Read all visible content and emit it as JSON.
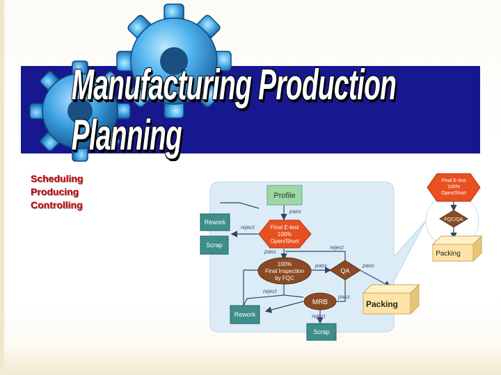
{
  "slide": {
    "title": "Manufacturing Production Planning",
    "bullets": [
      "Scheduling",
      "Producing",
      "Controlling"
    ]
  },
  "flow": {
    "profile": "Profile",
    "rework_top": "Rework",
    "scrap_top": "Scrap",
    "final_etest": [
      "Final E-test",
      "100%",
      "Open/Short"
    ],
    "final_inspection": [
      "100%",
      "Final Inspection",
      "by FQC"
    ],
    "qa": "QA",
    "mrb": "MRB",
    "rework_bottom": "Rework",
    "scrap_bottom": "Scrap",
    "packing": "Packing",
    "edge_labels": {
      "pass_profile": "pass",
      "reject_etest": "reject",
      "pass_etest": "pass",
      "reject_qa": "reject",
      "pass_fqc": "pass",
      "pass_qa": "pass",
      "reject_fqc": "reject",
      "pass_mrb": "pass",
      "reject_mrb": "reject"
    }
  },
  "zoom": {
    "final_etest": [
      "Final E-test",
      "100%",
      "Open/Short"
    ],
    "fqc_qa": "FQC/QA",
    "packing": "Packing"
  },
  "colors": {
    "banner": "#17178f",
    "bullet_text": "#c40000",
    "diagram_bg": "#dcecf7",
    "etest": "#e8501f",
    "inspection": "#8a4a25",
    "teal_box": "#3e8e8c",
    "profile_box": "#9ed6a4",
    "packing_box": "#ffe3a6"
  },
  "icons": [
    "gear-icon",
    "gear-icon"
  ]
}
